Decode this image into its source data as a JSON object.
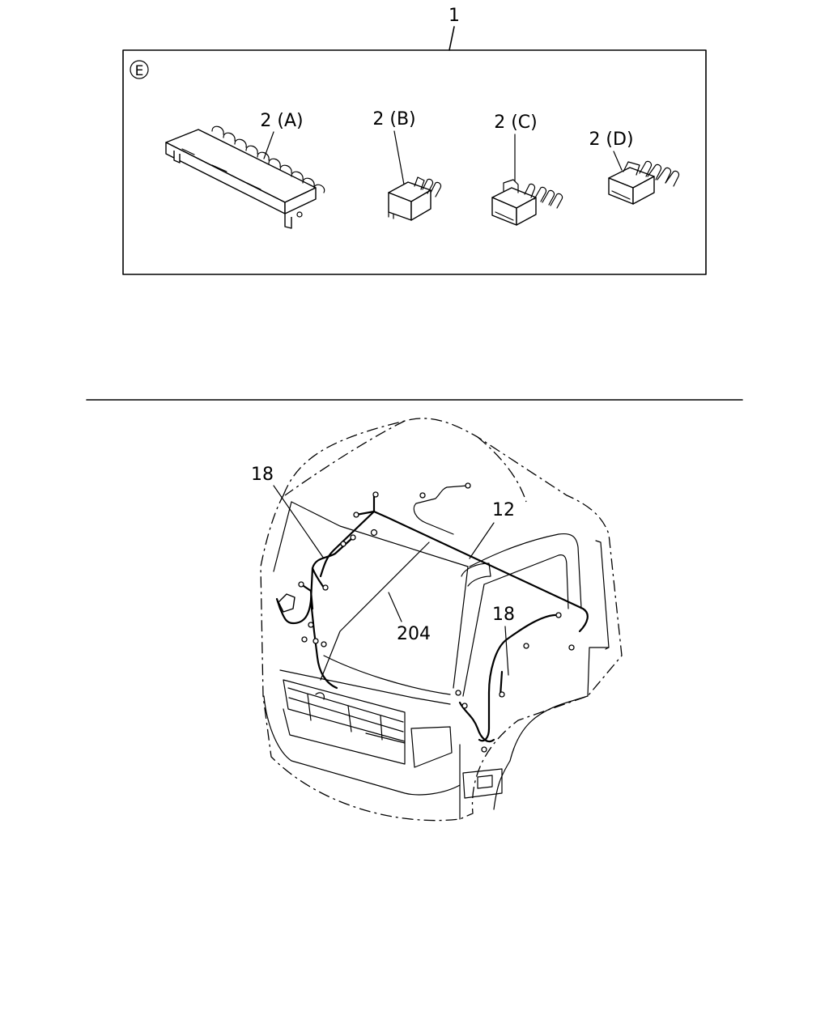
{
  "kit": {
    "callout": "1",
    "view_letter": "E",
    "relays": [
      {
        "callout": "2 (A)"
      },
      {
        "callout": "2 (B)"
      },
      {
        "callout": "2 (C)"
      },
      {
        "callout": "2 (D)"
      }
    ]
  },
  "cab": {
    "callouts": {
      "harness_left": "18",
      "harness_roof": "12",
      "harness_front": "204",
      "harness_right": "18"
    }
  }
}
